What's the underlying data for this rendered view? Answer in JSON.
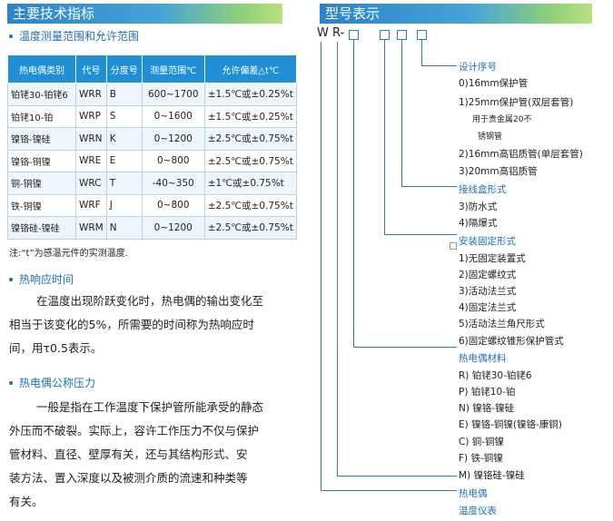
{
  "left_banner": "主要技术指标",
  "right_banner": "型号表示",
  "section1": "温度测量范围和允许范围",
  "table": {
    "headers": [
      "热电偶类别",
      "代号",
      "分度号",
      "测量范围℃",
      "允许偏差△t℃"
    ],
    "rows": [
      [
        "铂铑30-铂铑6",
        "WRR",
        "B",
        "600~1700",
        "±1.5℃或±0.25%t"
      ],
      [
        "铂铑10-铂",
        "WRP",
        "S",
        "0~1600",
        "±1.5℃或±0.25%t"
      ],
      [
        "镍铬-镍硅",
        "WRN",
        "K",
        "0~1200",
        "±2.5℃或±0.75%t"
      ],
      [
        "镍铬-铜镍",
        "WRE",
        "E",
        "0~800",
        "±2.5℃或±0.75%t"
      ],
      [
        "铜-铜镍",
        "WRC",
        "T",
        "-40~350",
        "±1℃或±0.75%t"
      ],
      [
        "铁-铜镍",
        "WRF",
        "J",
        "0~800",
        "±2.5℃或±0.75%t"
      ],
      [
        "镍铬硅-镍硅",
        "WRM",
        "N",
        "0~1200",
        "±2.5℃或±0.75%t"
      ]
    ]
  },
  "note": "注:“t”为感温元件的实测温度.",
  "section2": "热响应时间",
  "para2": "在温度出现阶跃变化时，热电偶的输出变化至相当于该变化的5%，所需要的时间称为热响应时间，用τ0.5表示。",
  "para2_lines": [
    "在温度出现阶跃变化时，热电偶的输出变化至",
    "相当于该变化的5%，所需要的时间称为热响应时",
    "间，用τ0.5表示。"
  ],
  "section3": "热电偶公称压力",
  "para3_lines": [
    "一般是指在工作温度下保护管所能承受的静态",
    "外压而不破裂。实际上，容许工作压力不仅与保护",
    "管材料、直径、壁厚有关，还与其结构形式、安",
    "装方法、置入深度以及被测介质的流速和种类等",
    "有关。"
  ],
  "model": {
    "prefix": "W R-",
    "design_label": "设计序号",
    "design": [
      "0)16mm保护管",
      "1)25mm保护管(双层套管)",
      "用于贵金属20不",
      "锈钢管",
      "2)16mm高铝质管(单层套管)",
      "3)20mm高铝质管"
    ],
    "junction_label": "接线盒形式",
    "junction": [
      "3)防水式",
      "4)隔爆式"
    ],
    "mount_label": "安装固定形式",
    "mount": [
      "1)无固定装置式",
      "2)固定螺纹式",
      "3)活动法兰式",
      "4)固定法兰式",
      "5)活动法兰角尺形式",
      "6)固定螺纹锥形保护管式"
    ],
    "material_label": "热电偶材料",
    "material": [
      "R) 铂铑30-铂铑6",
      "P) 铂铑10-铂",
      "N) 镍铬-镍硅",
      "E) 镍铬-铜镍(镍铬-康铜)",
      "C) 铜-铜镍",
      "F) 铁-铜镍",
      "M) 镍铬硅-镍硅"
    ],
    "thermocouple_label": "热电偶",
    "instrument_label": "温度仪表"
  },
  "colors": {
    "accent": "#1d6fb8",
    "header_bg": "#1f8fd6"
  }
}
